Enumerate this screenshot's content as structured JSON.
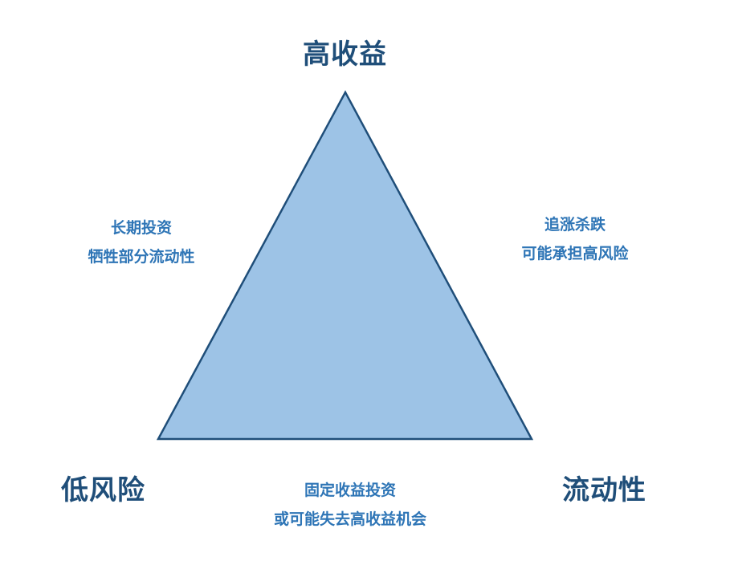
{
  "triangle": {
    "fill": "#9dc3e6",
    "stroke": "#1f4e79"
  },
  "vertices": {
    "top": "高收益",
    "left": "低风险",
    "right": "流动性"
  },
  "edge_notes": {
    "left": [
      "长期投资",
      "牺牲部分流动性"
    ],
    "right": [
      "追涨杀跌",
      "可能承担高风险"
    ],
    "bottom": [
      "固定收益投资",
      "或可能失去高收益机会"
    ]
  }
}
